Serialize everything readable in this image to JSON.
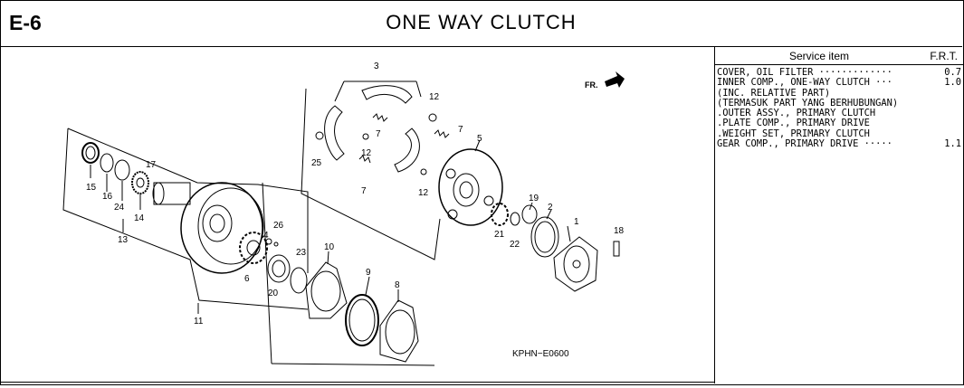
{
  "header": {
    "page_code": "E-6",
    "title": "ONE WAY CLUTCH"
  },
  "service_table": {
    "col_item": "Service item",
    "col_frt": "F.R.T.",
    "rows": [
      {
        "item": "COVER, OIL FILTER ·············",
        "frt": "0.7"
      },
      {
        "item": "INNER COMP., ONE-WAY CLUTCH ···",
        "frt": "1.0"
      },
      {
        "item": "(INC. RELATIVE PART)",
        "frt": ""
      },
      {
        "item": "(TERMASUK PART YANG BERHUBUNGAN)",
        "frt": ""
      },
      {
        "item": ".OUTER ASSY., PRIMARY CLUTCH",
        "frt": ""
      },
      {
        "item": ".PLATE COMP., PRIMARY DRIVE",
        "frt": ""
      },
      {
        "item": ".WEIGHT SET, PRIMARY CLUTCH",
        "frt": ""
      },
      {
        "item": "GEAR COMP., PRIMARY DRIVE ·····",
        "frt": "1.1"
      }
    ]
  },
  "diagram": {
    "direction_label": "FR.",
    "drawing_code": "KPHN−E0600",
    "callouts": {
      "c1": "1",
      "c2": "2",
      "c3": "3",
      "c4": "4",
      "c5": "5",
      "c6": "6",
      "c7a": "7",
      "c7b": "7",
      "c7c": "7",
      "c8": "8",
      "c9": "9",
      "c10": "10",
      "c11": "11",
      "c12a": "12",
      "c12b": "12",
      "c12c": "12",
      "c13": "13",
      "c14": "14",
      "c15": "15",
      "c16": "16",
      "c17": "17",
      "c18": "18",
      "c19": "19",
      "c20": "20",
      "c21": "21",
      "c22": "22",
      "c23": "23",
      "c24": "24",
      "c25": "25",
      "c26": "26"
    }
  }
}
